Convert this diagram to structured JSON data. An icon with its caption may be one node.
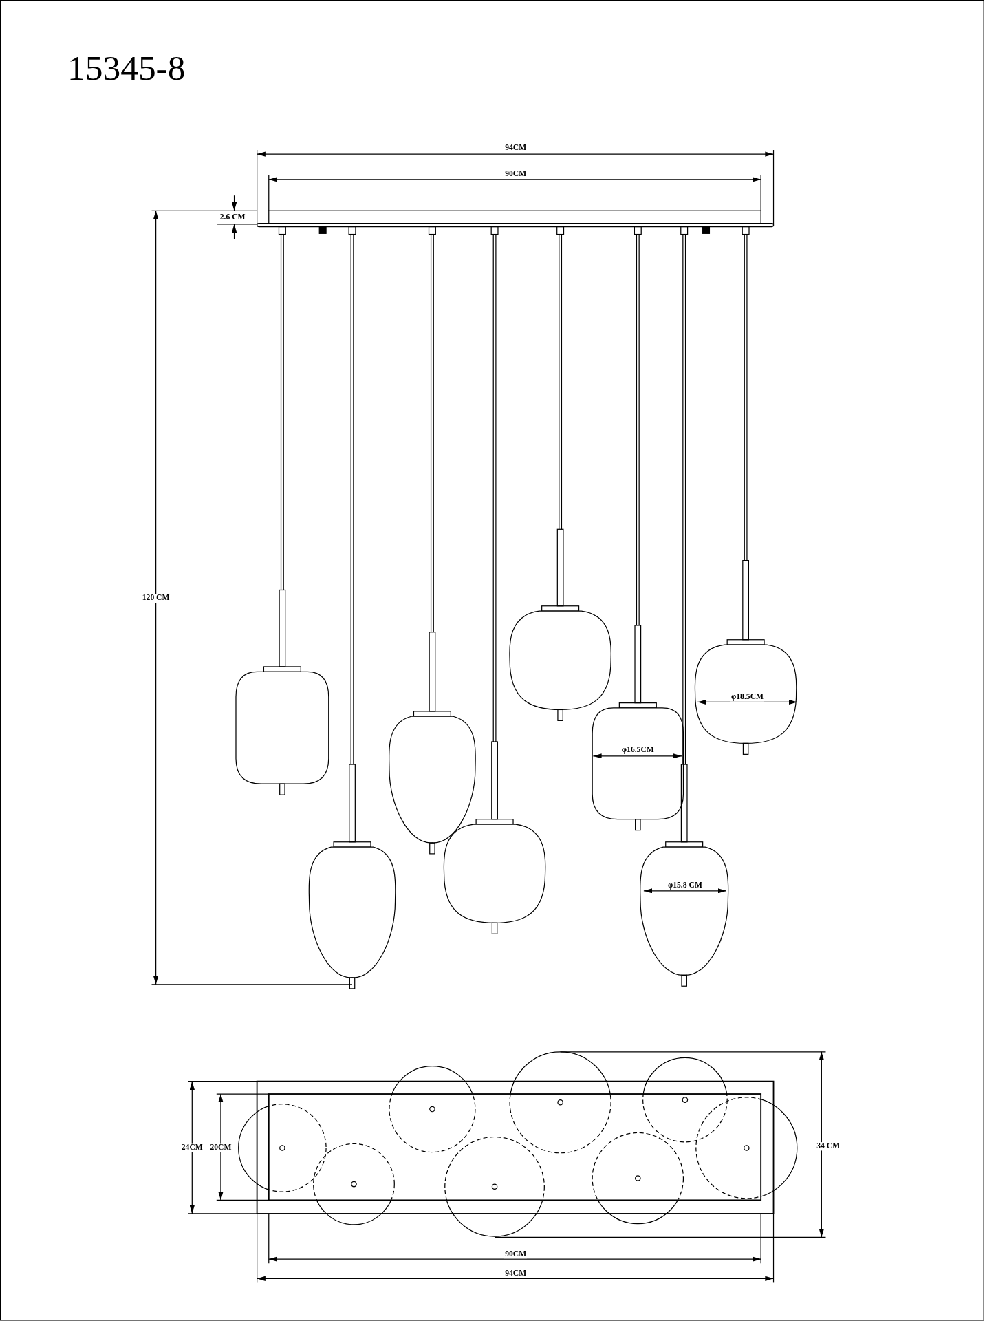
{
  "diagram": {
    "title": "15345-8",
    "labels": [
      "94CM",
      "90CM",
      "2.6 CM",
      "120 CM",
      "φ18.5CM",
      "φ16.5CM",
      "φ15.8 CM",
      "24CM",
      "20CM",
      "34 CM",
      "90CM",
      "94CM"
    ]
  }
}
